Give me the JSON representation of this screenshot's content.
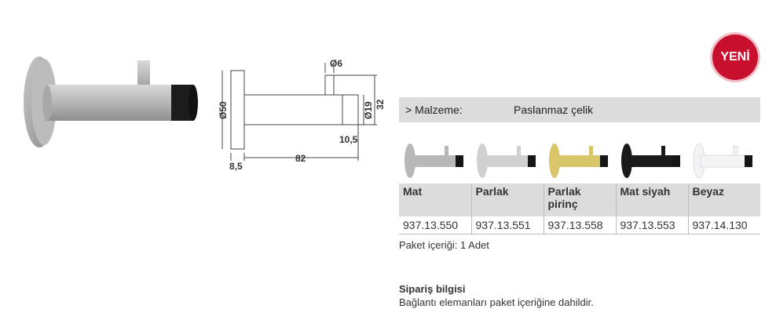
{
  "drawing": {
    "dim_diameter_base": "Ø50",
    "dim_diameter_pin": "Ø6",
    "dim_diameter_tube": "Ø19",
    "dim_height": "32",
    "dim_tip": "10,5",
    "dim_base_thickness": "8,5",
    "dim_length": "82"
  },
  "badge": {
    "text": "YENİ",
    "color": "#c8102e"
  },
  "material": {
    "label": "> Malzeme:",
    "value": "Paslanmaz çelik"
  },
  "finishes": [
    {
      "name": "Mat",
      "code": "937.13.550",
      "color": "#b8b8b8"
    },
    {
      "name": "Parlak",
      "code": "937.13.551",
      "color": "#d0d0d0"
    },
    {
      "name": "Parlak pirinç",
      "code": "937.13.558",
      "color": "#d9c56a"
    },
    {
      "name": "Mat siyah",
      "code": "937.13.553",
      "color": "#1a1a1a"
    },
    {
      "name": "Beyaz",
      "code": "937.14.130",
      "color": "#f4f4f6"
    }
  ],
  "package": "Paket içeriği: 1 Adet",
  "order": {
    "title": "Sipariş bilgisi",
    "text": "Bağlantı elemanları paket içeriğine dahildir."
  }
}
